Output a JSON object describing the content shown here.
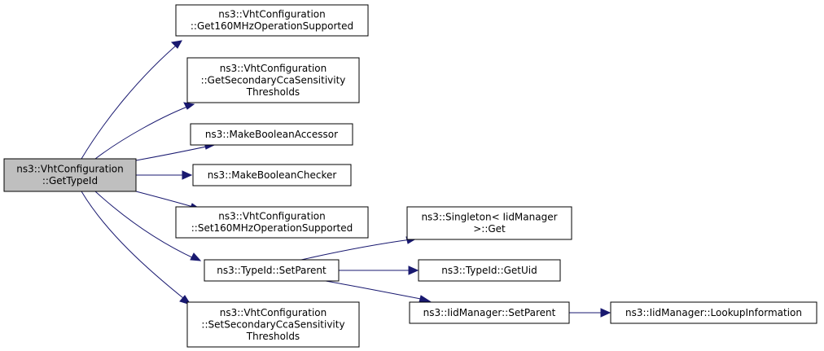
{
  "diagram": {
    "type": "call-graph",
    "colors": {
      "edge": "#191970",
      "root_fill": "#bfbfbf",
      "node_fill": "#ffffff",
      "border": "#000000"
    },
    "nodes": [
      {
        "id": "root",
        "lines": [
          "ns3::VhtConfiguration",
          "::GetTypeId"
        ],
        "root": true
      },
      {
        "id": "get160",
        "lines": [
          "ns3::VhtConfiguration",
          "::Get160MHzOperationSupported"
        ]
      },
      {
        "id": "getcca",
        "lines": [
          "ns3::VhtConfiguration",
          "::GetSecondaryCcaSensitivity",
          "Thresholds"
        ]
      },
      {
        "id": "mkacc",
        "lines": [
          "ns3::MakeBooleanAccessor"
        ]
      },
      {
        "id": "mkchk",
        "lines": [
          "ns3::MakeBooleanChecker"
        ]
      },
      {
        "id": "set160",
        "lines": [
          "ns3::VhtConfiguration",
          "::Set160MHzOperationSupported"
        ]
      },
      {
        "id": "setparent",
        "lines": [
          "ns3::TypeId::SetParent"
        ]
      },
      {
        "id": "setcca",
        "lines": [
          "ns3::VhtConfiguration",
          "::SetSecondaryCcaSensitivity",
          "Thresholds"
        ]
      },
      {
        "id": "singleton",
        "lines": [
          "ns3::Singleton< IidManager",
          ">::Get"
        ]
      },
      {
        "id": "getuid",
        "lines": [
          "ns3::TypeId::GetUid"
        ]
      },
      {
        "id": "iidsetparent",
        "lines": [
          "ns3::IidManager::SetParent"
        ]
      },
      {
        "id": "lookup",
        "lines": [
          "ns3::IidManager::LookupInformation"
        ]
      }
    ],
    "edges": [
      {
        "from": "root",
        "to": "get160"
      },
      {
        "from": "root",
        "to": "getcca"
      },
      {
        "from": "root",
        "to": "mkacc"
      },
      {
        "from": "root",
        "to": "mkchk"
      },
      {
        "from": "root",
        "to": "set160"
      },
      {
        "from": "root",
        "to": "setparent"
      },
      {
        "from": "root",
        "to": "setcca"
      },
      {
        "from": "setparent",
        "to": "singleton"
      },
      {
        "from": "setparent",
        "to": "getuid"
      },
      {
        "from": "setparent",
        "to": "iidsetparent"
      },
      {
        "from": "iidsetparent",
        "to": "lookup"
      }
    ]
  }
}
